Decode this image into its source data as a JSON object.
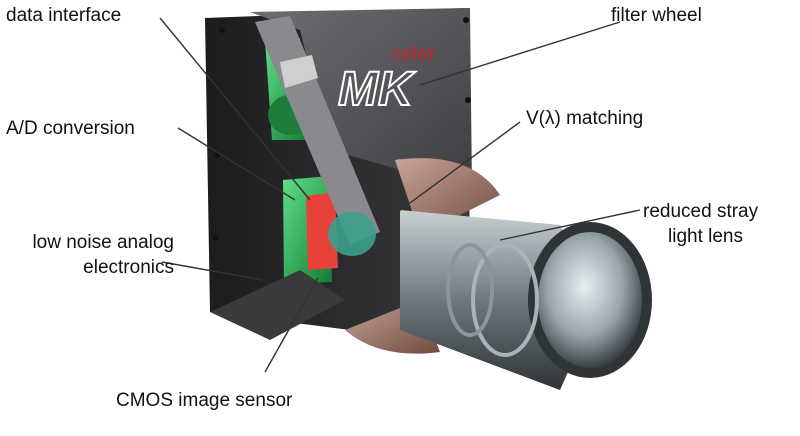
{
  "diagram": {
    "brand": {
      "small": "color",
      "large": "MK"
    },
    "labels": {
      "data_interface": "data interface",
      "filter_wheel": "filter wheel",
      "ad_conversion": "A/D conversion",
      "v_lambda": "V(λ) matching",
      "low_noise_1": "low noise analog",
      "low_noise_2": "electronics",
      "stray_1": "reduced stray",
      "stray_2": "light lens",
      "cmos": "CMOS image sensor"
    },
    "colors": {
      "housing": "#2b2b2d",
      "panel": "#5a5a5e",
      "green": "#1fa84a",
      "red": "#e8413a",
      "lens": "#8f9aa0",
      "wheel": "#9a6f60",
      "brand_red": "#c9242f"
    }
  }
}
